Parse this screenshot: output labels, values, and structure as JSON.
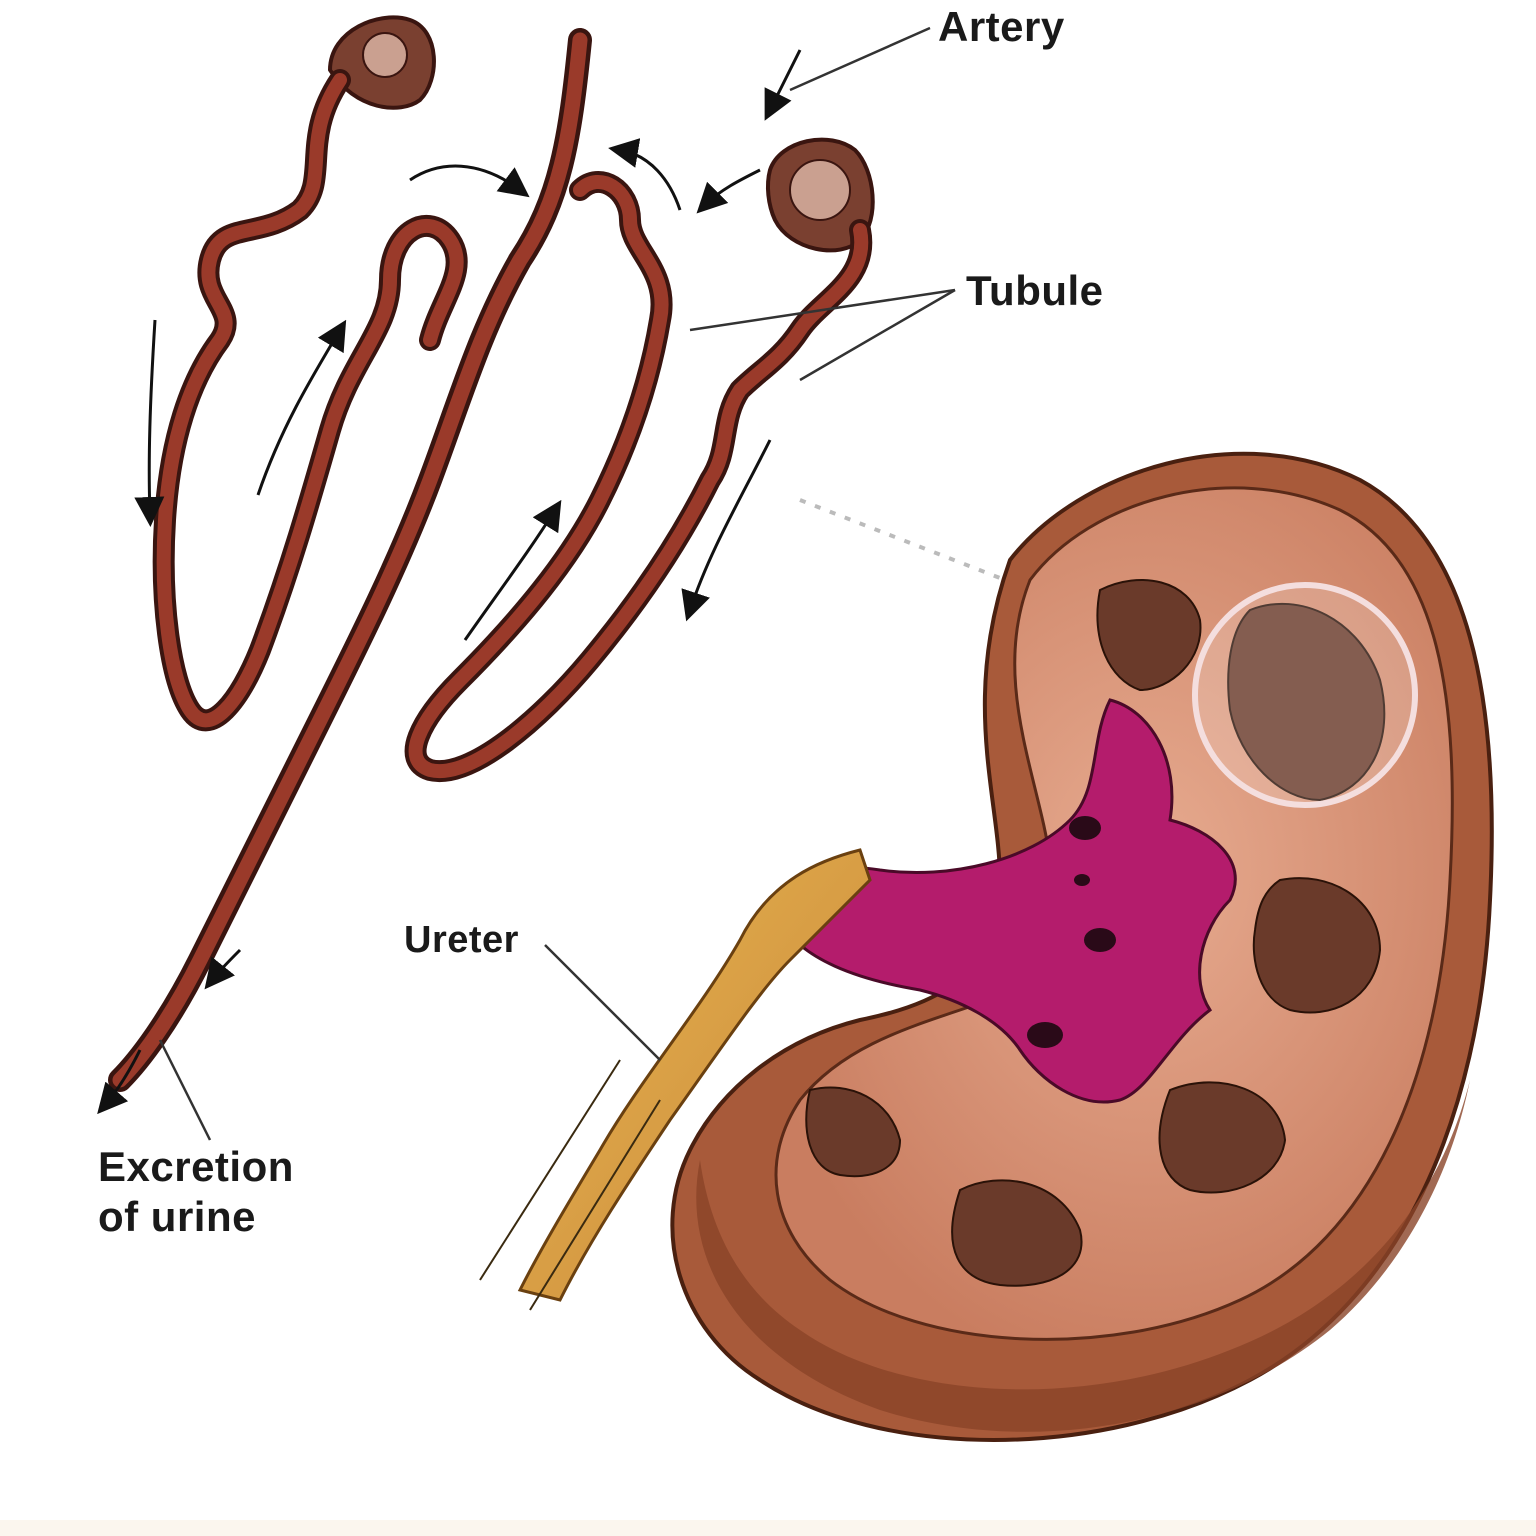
{
  "labels": {
    "artery": "Artery",
    "tubule": "Tubule",
    "ureter": "Ureter",
    "excretion_line1": "Excretion",
    "excretion_line2": "of urine"
  },
  "colors": {
    "tubule_fill": "#9a3a2a",
    "tubule_outline": "#3a1510",
    "pelvis": "#b41c6c",
    "cortex": "#d9967c",
    "capsule": "#a85a3a",
    "ureter": "#d9a040",
    "pyramid": "#6a3a2a"
  }
}
